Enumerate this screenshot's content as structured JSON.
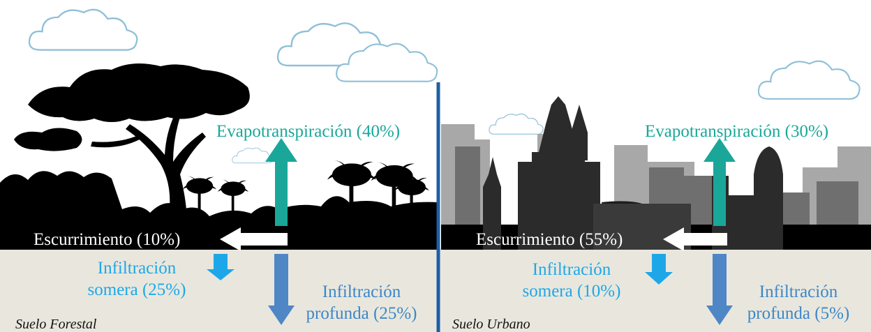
{
  "forest": {
    "evapotranspiration": "Evapotranspiración (40%)",
    "runoff": "Escurrimiento (10%)",
    "shallow_infiltration": [
      "Infiltración",
      "somera (25%)"
    ],
    "deep_infiltration": [
      "Infiltración",
      "profunda (25%)"
    ],
    "soil_label": "Suelo Forestal"
  },
  "urban": {
    "evapotranspiration": "Evapotranspiración (30%)",
    "runoff": "Escurrimiento (55%)",
    "shallow_infiltration": [
      "Infiltración",
      "somera (10%)"
    ],
    "deep_infiltration": [
      "Infiltración",
      "profunda (5%)"
    ],
    "soil_label": "Suelo Urbano"
  },
  "colors": {
    "evapotranspiration_arrow": "#1aa79a",
    "runoff_arrow": "#ffffff",
    "shallow_arrow": "#1ea7e8",
    "deep_arrow": "#4f86c6",
    "soil": "#e9e7dd",
    "ground": "#000000",
    "divider": "#1d5fa6",
    "cloud_stroke": "#8fc0d8"
  }
}
